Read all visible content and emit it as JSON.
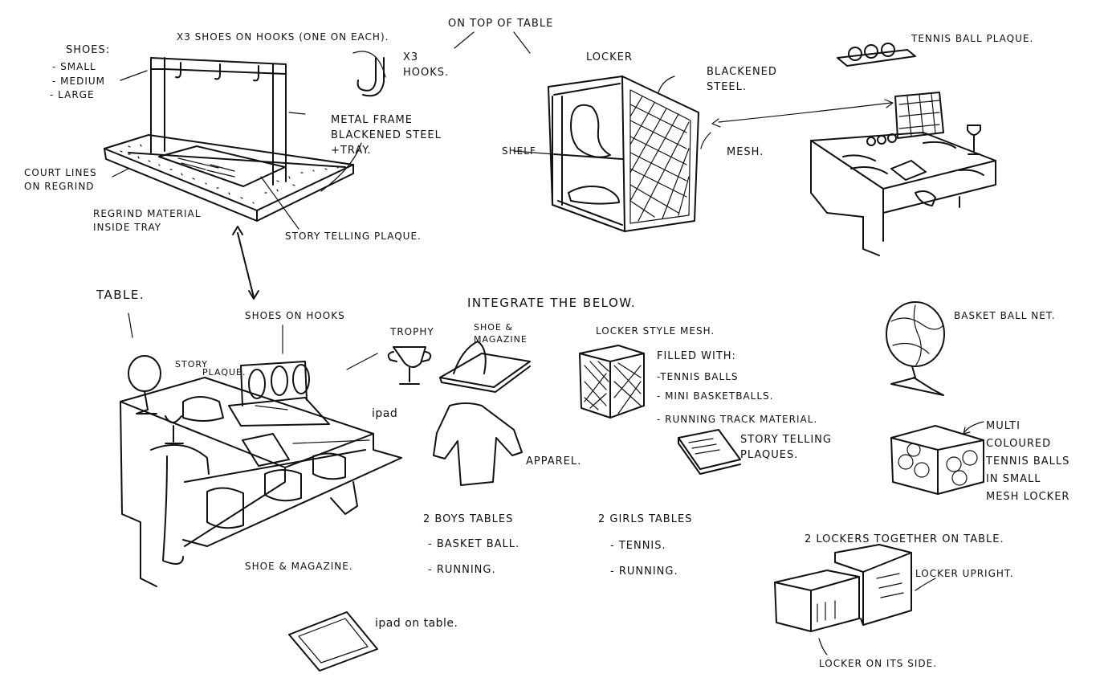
{
  "labels": {
    "shoes_heading": "SHOES:",
    "shoes_small": "- SMALL",
    "shoes_medium": "- MEDIUM",
    "shoes_large": "- LARGE",
    "x3_shoes_on_hooks": "X3 SHOES ON HOOKS (ONE ON EACH).",
    "x3_hooks": "X3\nHOOKS.",
    "metal_frame": "METAL FRAME\nBLACKENED STEEL\n+TRAY.",
    "court_lines": "COURT LINES\nON REGRIND",
    "regrind_material": "REGRIND MATERIAL\nINSIDE TRAY",
    "story_telling_plaque": "STORY TELLING PLAQUE.",
    "on_top_of_table": "ON TOP OF TABLE",
    "locker": "LOCKER",
    "blackened_steel": "BLACKENED\nSTEEL.",
    "shelf": "SHELF",
    "mesh": "MESH.",
    "tennis_ball_plaque": "TENNIS BALL PLAQUE.",
    "table": "TABLE.",
    "shoes_on_hooks": "SHOES ON HOOKS",
    "story_plaque_1": "STORY",
    "story_plaque_2": "PLAQUE.",
    "ipad": "ipad",
    "shoe_magazine_bottom": "SHOE & MAGAZINE.",
    "trophy": "TROPHY",
    "shoe_magazine_item": "SHOE &\nMAGAZINE",
    "integrate_the_below": "INTEGRATE THE BELOW.",
    "locker_style_mesh": "LOCKER STYLE MESH.",
    "filled_with": "FILLED WITH:",
    "filled_tennis": "-TENNIS BALLS",
    "filled_basketballs": "- MINI BASKETBALLS.",
    "filled_track": "- RUNNING TRACK MATERIAL.",
    "story_telling_plaques": "STORY TELLING\nPLAQUES.",
    "apparel": "APPAREL.",
    "boys_tables": "2 BOYS TABLES",
    "boys_basketball": "- BASKET BALL.",
    "boys_running": "- RUNNING.",
    "girls_tables": "2 GIRLS TABLES",
    "girls_tennis": "- TENNIS.",
    "girls_running": "- RUNNING.",
    "basketball_net": "BASKET BALL NET.",
    "multi_coloured": "MULTI\nCOLOURED\nTENNIS BALLS\nIN SMALL\nMESH LOCKER",
    "two_lockers": "2 LOCKERS TOGETHER ON TABLE.",
    "locker_upright": "LOCKER UPRIGHT.",
    "locker_on_side": "LOCKER ON ITS SIDE.",
    "ipad_on_table": "ipad on table."
  }
}
